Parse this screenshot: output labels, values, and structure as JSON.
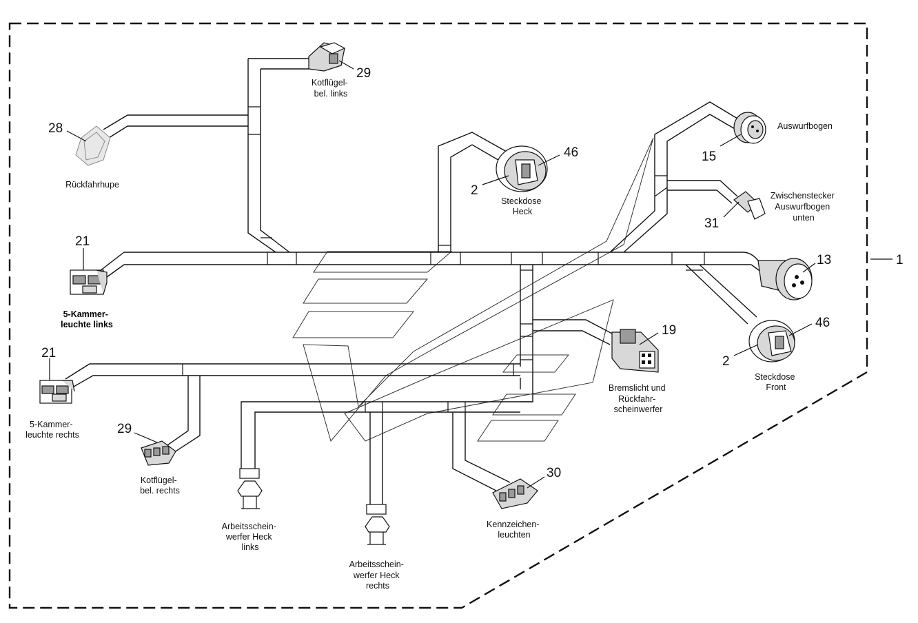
{
  "frame_label": "1",
  "callouts": {
    "c29_top": "29",
    "c28": "28",
    "c46_heck": "46",
    "c2_heck": "2",
    "c15": "15",
    "c31": "31",
    "c21_links": "21",
    "c13": "13",
    "c19": "19",
    "c46_front": "46",
    "c2_front": "2",
    "c21_rechts": "21",
    "c29_rechts": "29",
    "c30": "30"
  },
  "labels": {
    "kotfluegel_links": [
      "Kotflügel-",
      "bel. links"
    ],
    "rueckfahrhupe": [
      "Rückfahrhupe"
    ],
    "steckdose_heck": [
      "Steckdose",
      "Heck"
    ],
    "auswurfbogen": [
      "Auswurfbogen"
    ],
    "zwischenstecker": [
      "Zwischenstecker",
      "Auswurfbogen",
      "unten"
    ],
    "kammer_links": [
      "5-Kammer-",
      "leuchte links"
    ],
    "bremslicht": [
      "Bremslicht und",
      "Rückfahr-",
      "scheinwerfer"
    ],
    "steckdose_front": [
      "Steckdose",
      "Front"
    ],
    "kammer_rechts": [
      "5-Kammer-",
      "leuchte rechts"
    ],
    "kotfluegel_rechts": [
      "Kotflügel-",
      "bel. rechts"
    ],
    "arbeits_links": [
      "Arbeitsschein-",
      "werfer Heck",
      "links"
    ],
    "arbeits_rechts": [
      "Arbeitsschein-",
      "werfer Heck",
      "rechts"
    ],
    "kennzeichen": [
      "Kennzeichen-",
      "leuchten"
    ]
  }
}
